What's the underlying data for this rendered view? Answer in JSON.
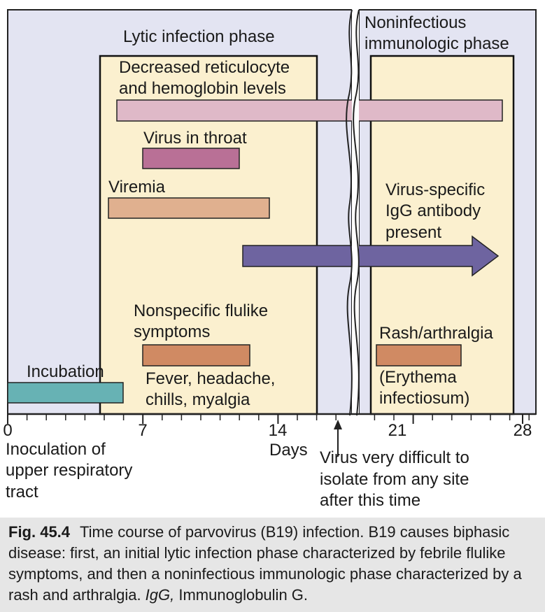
{
  "phases": {
    "lytic": "Lytic infection phase",
    "noninfectious_line1": "Noninfectious",
    "noninfectious_line2": "immunologic phase"
  },
  "bars": {
    "reticulocyte": [
      "Decreased reticulocyte",
      "and hemoglobin levels"
    ],
    "throat": "Virus in throat",
    "viremia": "Viremia",
    "igg": [
      "Virus-specific",
      "IgG antibody",
      "present"
    ],
    "flulike": [
      "Nonspecific flulike",
      "symptoms"
    ],
    "fever": [
      "Fever, headache,",
      "chills, myalgia"
    ],
    "rash": "Rash/arthralgia",
    "erythema": [
      "(Erythema",
      "infectiosum)"
    ],
    "incubation": "Incubation"
  },
  "axis": {
    "ticks": [
      "0",
      "7",
      "14",
      "21",
      "28"
    ],
    "title": "Days",
    "inoculation": [
      "Inoculation of",
      "upper respiratory",
      "tract"
    ],
    "virus_note": [
      "Virus very difficult to",
      "isolate from any site",
      "after this time"
    ]
  },
  "caption": {
    "fig_num": "Fig. 45.4",
    "text_before": "Time course of parvovirus (B19) infection. B19 causes biphasic disease: first, an initial lytic infection phase characterized by febrile flulike symptoms, and then a noninfectious immunologic phase characterized by a rash and arthralgia. ",
    "abbr": "IgG,",
    "text_after": " Immunoglobulin G."
  },
  "colors": {
    "background_panel": "#e3e4f2",
    "phase_box": "#fbf0cf",
    "reticulocyte_bar": "#dfb9c8",
    "throat_bar": "#b97096",
    "viremia_bar": "#e0b08f",
    "igg_arrow": "#6e64a0",
    "symptom_bar": "#d08a63",
    "incubation_bar": "#67b2b4"
  }
}
